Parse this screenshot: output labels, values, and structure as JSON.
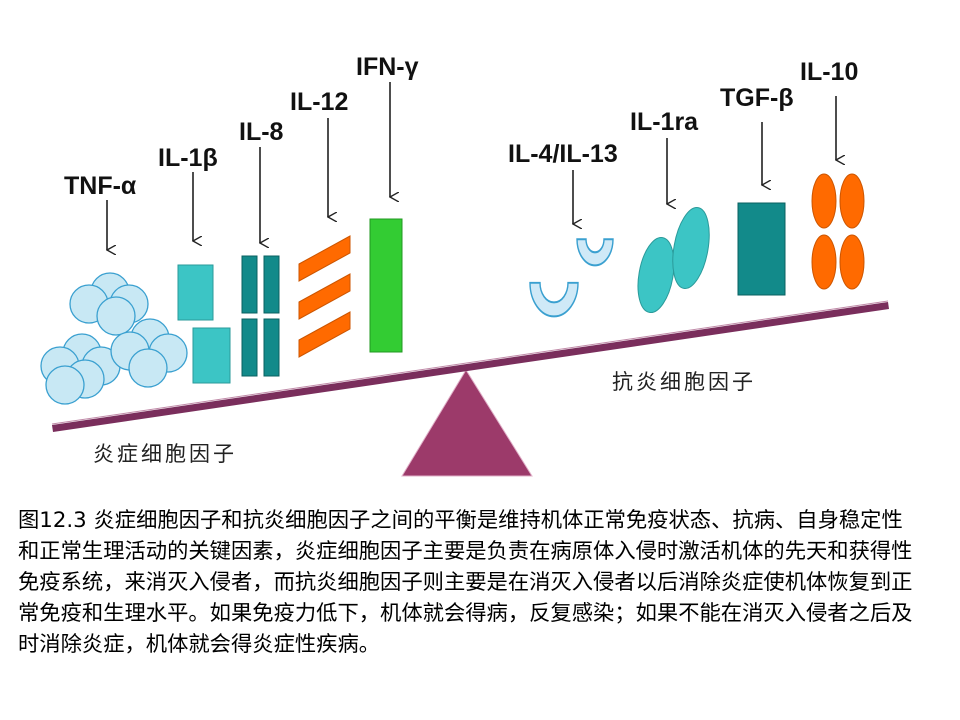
{
  "diagram": {
    "labels": {
      "tnf": "TNF-α",
      "il1b": "IL-1β",
      "il8": "IL-8",
      "il12": "IL-12",
      "ifn": "IFN-γ",
      "il4_13": "IL-4/IL-13",
      "il1ra": "IL-1ra",
      "tgf": "TGF-β",
      "il10": "IL-10"
    },
    "groups": {
      "pro_inflammatory": "炎症细胞因子",
      "anti_inflammatory": "抗炎细胞因子"
    },
    "colors": {
      "beam": "#7a2e5c",
      "fulcrum": "#9c3a6a",
      "circles": "#c8e8f4",
      "teal_light": "#3cc5c5",
      "teal_dark": "#128a8a",
      "orange": "#ff6a00",
      "green": "#33cc33",
      "u_shape": "#cfe9f7"
    }
  },
  "caption": {
    "text": "图12.3 炎症细胞因子和抗炎细胞因子之间的平衡是维持机体正常免疫状态、抗病、自身稳定性和正常生理活动的关键因素，炎症细胞因子主要是负责在病原体入侵时激活机体的先天和获得性免疫系统，来消灭入侵者，而抗炎细胞因子则主要是在消灭入侵者以后消除炎症使机体恢复到正常免疫和生理水平。如果免疫力低下，机体就会得病，反复感染；如果不能在消灭入侵者之后及时消除炎症，机体就会得炎症性疾病。"
  }
}
